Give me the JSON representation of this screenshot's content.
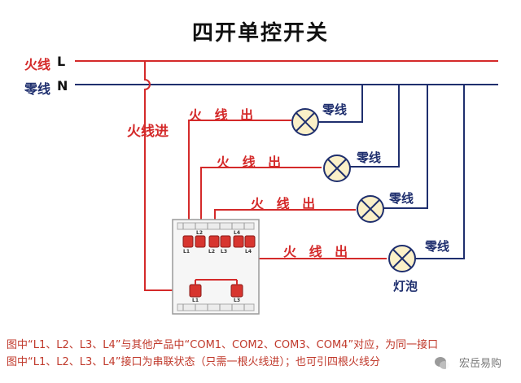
{
  "title": "四开单控开关",
  "lines": {
    "live_label": "火线",
    "live_letter": "L",
    "neutral_label": "零线",
    "neutral_letter": "N",
    "live_in": "火线进"
  },
  "outputs": [
    {
      "hot_label": "火 线 出",
      "neutral_label": "零线"
    },
    {
      "hot_label": "火 线 出",
      "neutral_label": "零线"
    },
    {
      "hot_label": "火 线 出",
      "neutral_label": "零线"
    },
    {
      "hot_label": "火 线 出",
      "neutral_label": "零线"
    }
  ],
  "bulb_label": "灯泡",
  "switch": {
    "top_terminals": [
      "L2",
      "L4"
    ],
    "top_subterminals": [
      "L1",
      "L2",
      "L3",
      "L4"
    ],
    "bottom_terminals": [
      "L1",
      "L3"
    ]
  },
  "note": {
    "line1": "图中“L1、L2、L3、L4”与其他产品中“COM1、COM2、COM3、COM4”对应，为同一接口",
    "line2": "图中“L1、L2、L3、L4”接口为串联状态（只需一根火线进）；也可引四根火线分"
  },
  "watermark": "宏岳易购",
  "colors": {
    "live": "#d42a2a",
    "neutral": "#1f2f6e",
    "bulb_fill": "#fbf0c8",
    "terminal": "#d7352f",
    "note_text": "#c0392b"
  }
}
